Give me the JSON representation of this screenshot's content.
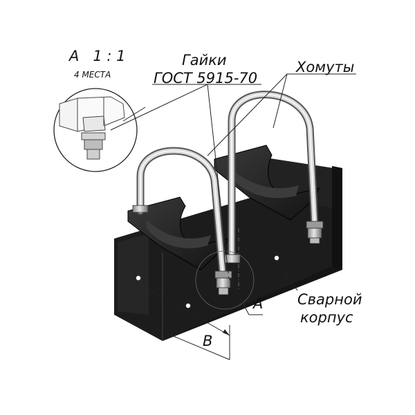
{
  "detail": {
    "title": "A   1 : 1",
    "count": "4 МЕСТА"
  },
  "labels": {
    "nuts_line1": "Гайки",
    "nuts_line2": "ГОСТ 5915-70",
    "clamps": "Хомуты",
    "body_line1": "Сварной",
    "body_line2": "корпус",
    "section_a": "A",
    "dim_b": "B"
  },
  "colors": {
    "body": "#1c1c1c",
    "body_edge": "#000000",
    "bolt": "#c8c8c8",
    "bolt_shade": "#7a7a7a",
    "clamp_top": "#2b2b2b"
  }
}
